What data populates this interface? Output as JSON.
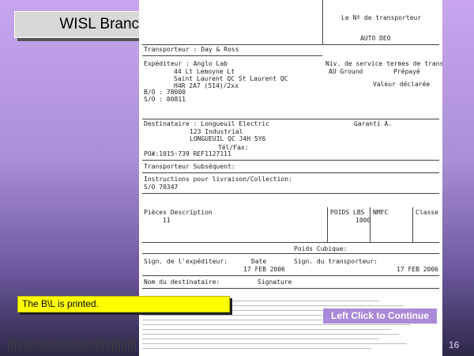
{
  "slide": {
    "title": "WISL Branch Freight Tutorial",
    "page_number": "16"
  },
  "caption": {
    "text": "The B\\L is printed."
  },
  "continue_button": {
    "label": "Left Click to Continue"
  },
  "document": {
    "header_right_1": "Le Nº de transporteur",
    "header_right_2": "AUTO DEO",
    "transporteur": "Transporteur : Day & Ross",
    "expediteur_label": "Expéditeur : Anglo Lab",
    "expediteur_addr1": "44 Lt Lemoyne Lt",
    "expediteur_addr2": "Saint Laurent QC St Laurent QC",
    "expediteur_addr3": "H4R 2A7  (514)/2xx",
    "service_label": "Niv. de service termes de transp.",
    "service_value1": "AU Ground",
    "service_value2": "Prépayé",
    "valeur_label": "Valeur déclarée",
    "bo_line": "B/O : 78000",
    "so_line": "S/O : 00811",
    "destinataire_label": "Destinataire : Longueuil Electric",
    "destinataire_addr1": "123 Industrial",
    "destinataire_addr2": "LONGUEUIL QC J4H 5Y6",
    "destinataire_right": "Garantí A.",
    "telefax": "Tél/Fax:",
    "po_line": "PO#:1015-739 REF1127111",
    "transporteur_sub": "Transporteur Subséquent:",
    "instructions": "Instructions pour livraison/Collection:",
    "instructions_value": "S/O 70347",
    "pieces_header": "Pièces  Description",
    "pieces_value": "11",
    "poids_header": "POIDS  LBS",
    "poids_value": "1000",
    "nmfc_header": "NMFC",
    "classe_header": "Classe",
    "poids_cubique": "Poids Cubique:",
    "sign_exp": "Sign. de l'expéditeur:",
    "date_label": "Date",
    "date_value": "17 FEB 2006",
    "sign_transp": "Sign. du transporteur:",
    "date2_value": "17 FEB 2006",
    "sign_dest": "Nom du destinataire:",
    "signature": "Signature"
  }
}
